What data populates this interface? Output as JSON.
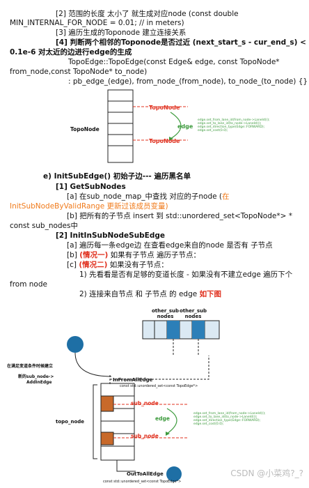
{
  "section_d": {
    "item2_a": "[2] 范围的长度 太小了 就生成对应node (const double",
    "item2_b": "MIN_INTERNAL_FOR_NODE = 0.01; // in meters)",
    "item3": "[3] 遍历生成的Toponode 建立连接关系",
    "item4_a": "[4] 判断两个相邻的Toponode是否过近 (next_start_s - cur_end_s) <",
    "item4_b": "0.1e-6 对太近的边进行edge的生成",
    "ctor_a": "TopoEdge::TopoEdge(const Edge& edge, const TopoNode*",
    "ctor_b": "from_node,const TopoNode* to_node)",
    "ctor_c": ": pb_edge_(edge), from_node_(from_node), to_node_(to_node) {}"
  },
  "diagram1": {
    "left_label": "TopoNode",
    "node_top": "TopoNode",
    "node_bottom": "TopoNode",
    "edge_label": "edge",
    "edge_text": [
      "edge.set_from_lane_id(from_node->LaneId());",
      "edge.set_to_lane_id(to_node->LaneId());",
      "edge.set_direction_type(Edge::FORWARD);",
      "edge.set_cost(0.0);"
    ]
  },
  "section_e": {
    "heading": "e) InitSubEdge() 初始子边--- 遍历黑名单",
    "g1_title": "[1] GetSubNodes",
    "g1_a_pre": "[a] 在sub_node_map_中查找 对应的子node (",
    "g1_a_red": "在",
    "g1_a_line2_red": "InitSubNodeByValidRange 更新过该成员变量",
    "g1_a_line2_end": ")",
    "g1_b_a": "[b] 把所有的子节点 insert 到 std::unordered_set<TopoNode*> *",
    "g1_b_b": "const sub_nodes中",
    "g2_title": "[2] InitInSubNodeSubEdge",
    "g2_a": "[a] 遍历每一条edge边 在查看edge来自的node 是否有 子节点",
    "g2_b_pre": "[b] ",
    "g2_b_red": "(情况一)",
    "g2_b_post": " 如果有子节点 遍历子节点：",
    "g2_c_pre": "[c] ",
    "g2_c_red": "(情况二)",
    "g2_c_post": " 如果没有子节点：",
    "g2_c1_a": "1) 先看看是否有足够的变道长度 - 如果没有不建立edge 遍历下个",
    "g2_c1_b": "from node",
    "g2_c2_pre": "2) 连接来自节点 和 子节点 的 edge ",
    "g2_c2_red": "如下图"
  },
  "diagram2": {
    "other1": "other_sub\nnodes",
    "other2": "other_sub\nnodes",
    "cond_a": "在满足变道条件时候建立",
    "cond_b": "新的sub_node->",
    "cond_c": "AddInEdge",
    "in_from": "InFromAllEdge",
    "in_set": "const std::unordered_set<const TopoEdge*>",
    "topo_node": "topo_node",
    "sub_node_top": "sub_node",
    "sub_node_bottom": "sub_node",
    "edge_label": "edge",
    "out_to": "OutToAllEdge",
    "out_set": "const std::unordered_set<const TopoEdge*>",
    "edge_text": [
      "edge.set_from_lane_id(from_node->LaneId());",
      "edge.set_to_lane_id(to_node->LaneId());",
      "edge.set_direction_type(Edge::FORWARD);",
      "edge.set_cost(0.0);"
    ]
  },
  "watermark": "CSDN @小菜鸡?_?",
  "colors": {
    "accent_red": "#e0301e",
    "orange": "#f07a1a",
    "teal": "#2f9aa5",
    "edge_green": "#3c9a3c",
    "sub_node_fill": "#c8692a",
    "dark_blue": "#1e6fa5"
  }
}
